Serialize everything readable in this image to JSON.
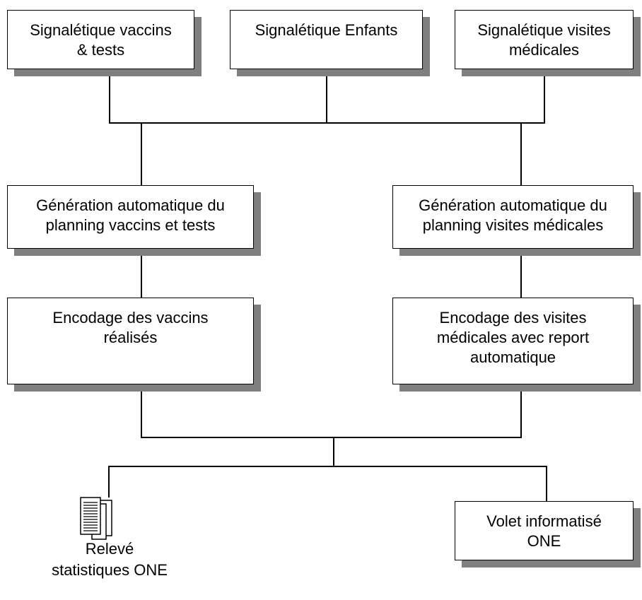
{
  "nodes": {
    "signaletique_vaccins": "Signalétique vaccins\n& tests",
    "signaletique_enfants": "Signalétique Enfants",
    "signaletique_visites": "Signalétique visites\nmédicales",
    "generation_vaccins": "Génération automatique du\nplanning vaccins et tests",
    "generation_visites": "Génération automatique du\nplanning visites médicales",
    "encodage_vaccins": "Encodage des vaccins\nréalisés",
    "encodage_visites": "Encodage des visites\nmédicales avec report\nautomatique",
    "volet_one": "Volet informatisé\nONE",
    "releve_stats": "Relevé\nstatistiques ONE"
  },
  "icons": {
    "releve_stats": "stacked-documents-icon"
  },
  "colors": {
    "line": "#000000",
    "box_fill": "#ffffff",
    "shadow": "#7f7f7f"
  }
}
